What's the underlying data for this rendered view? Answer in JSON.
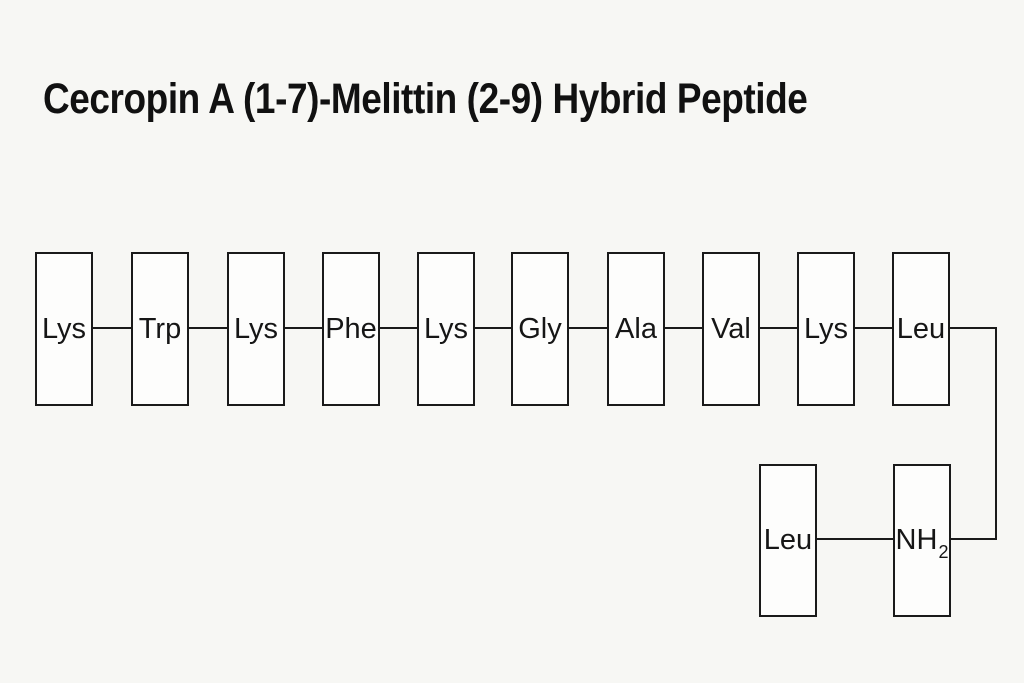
{
  "title": "Cecropin A (1-7)-Melittin (2-9) Hybrid Peptide",
  "colors": {
    "background": "#f7f7f4",
    "box_fill": "#fdfdfc",
    "line": "#1a1a1a",
    "text": "#161616",
    "title_text": "#111111"
  },
  "diagram": {
    "rows": [
      {
        "residues": [
          {
            "label": "Lys"
          },
          {
            "label": "Trp"
          },
          {
            "label": "Lys"
          },
          {
            "label": "Phe"
          },
          {
            "label": "Lys"
          },
          {
            "label": "Gly"
          },
          {
            "label": "Ala"
          },
          {
            "label": "Val"
          },
          {
            "label": "Lys"
          },
          {
            "label": "Leu"
          }
        ]
      },
      {
        "residues": [
          {
            "label": "Leu"
          },
          {
            "label": "NH",
            "subscript": "2"
          }
        ]
      }
    ]
  }
}
